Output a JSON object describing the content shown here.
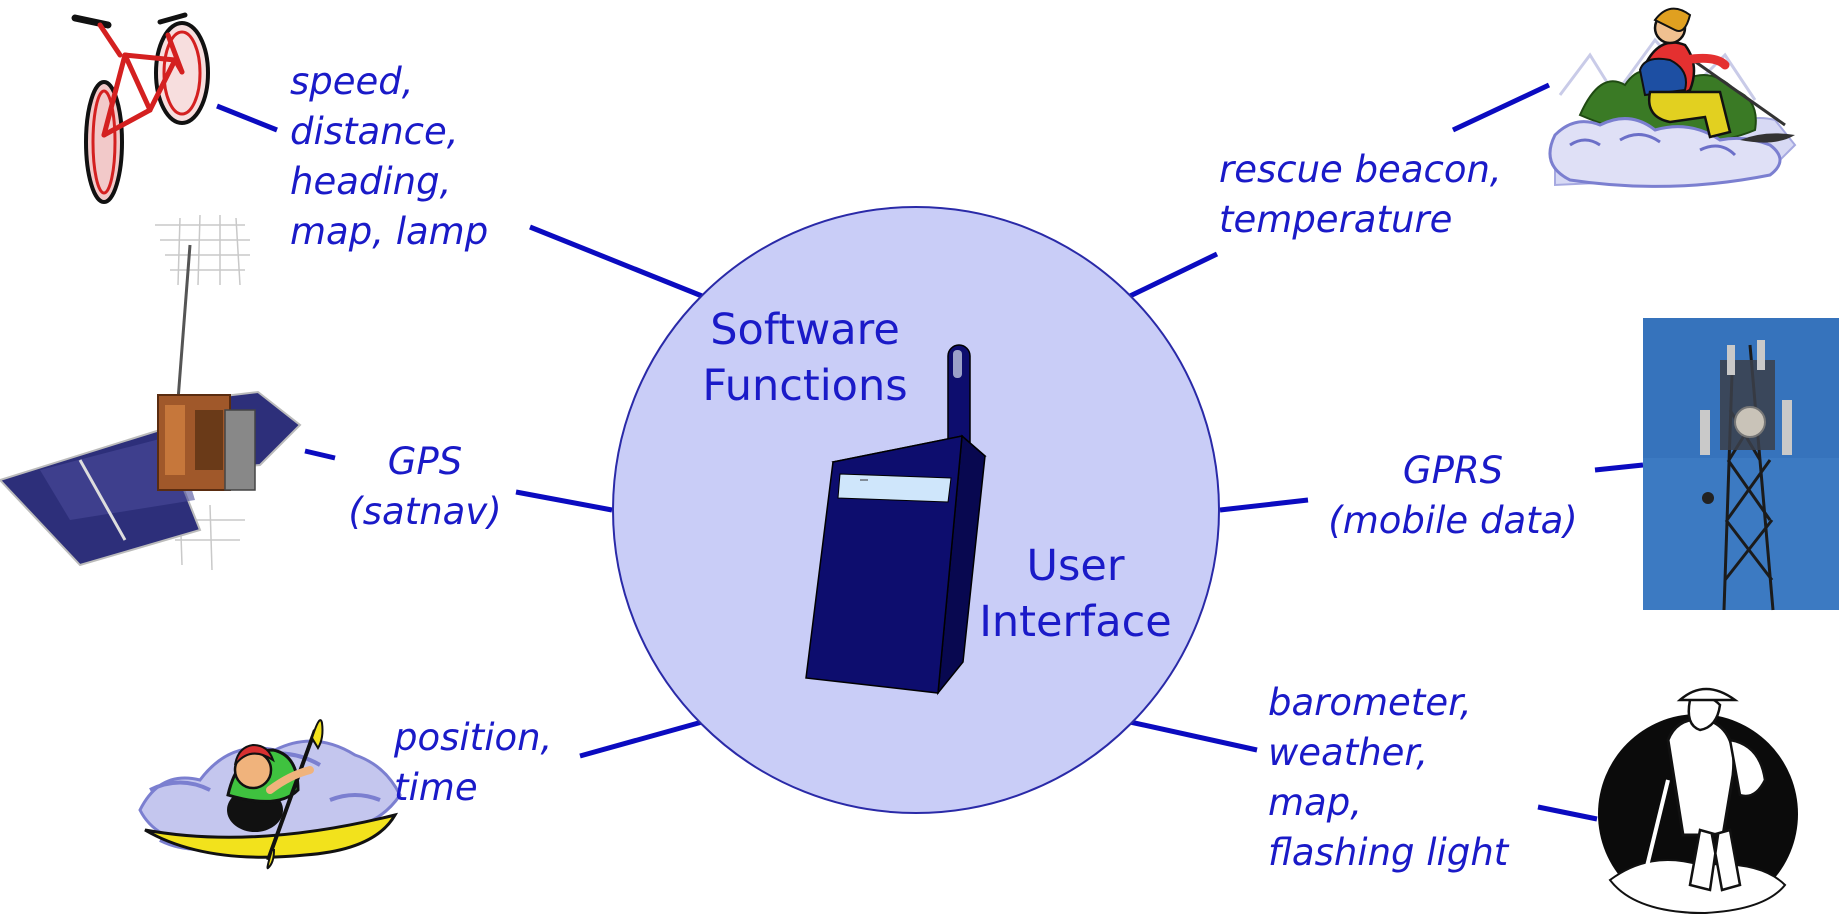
{
  "center": {
    "software_functions": "Software\nFunctions",
    "user_interface": "User\nInterface",
    "device_icon": "handheld-radio-device"
  },
  "peripherals": [
    {
      "id": "bike",
      "text": "speed,\ndistance,\nheading,\nmap, lamp",
      "icon": "bicycle-icon"
    },
    {
      "id": "satellite",
      "text": "GPS\n(satnav)",
      "icon": "satellite-icon"
    },
    {
      "id": "kayak",
      "text": "position,\ntime",
      "icon": "kayaker-icon"
    },
    {
      "id": "skier",
      "text": "rescue beacon,\ntemperature",
      "icon": "skier-icon"
    },
    {
      "id": "tower",
      "text": "GPRS\n(mobile data)",
      "icon": "cell-tower-icon"
    },
    {
      "id": "hiker",
      "text": "barometer,\nweather,\nmap,\nflashing light",
      "icon": "hiker-icon"
    }
  ],
  "colors": {
    "text": "#1a1ac8",
    "lines": "#0b0bc0",
    "circle_fill": "#c9cdf7",
    "circle_stroke": "#2a2aa8",
    "device": "#0d0d6e"
  }
}
